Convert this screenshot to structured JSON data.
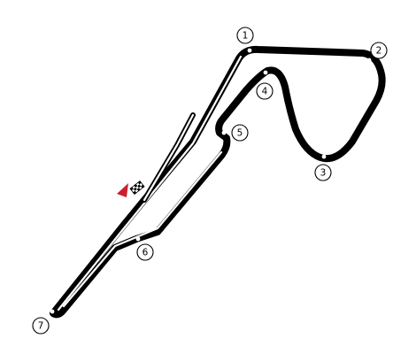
{
  "circuit": {
    "flag_color": "#cc1f2d",
    "track_color": "#000000",
    "turns": [
      {
        "number": "1"
      },
      {
        "number": "2"
      },
      {
        "number": "3"
      },
      {
        "number": "4"
      },
      {
        "number": "5"
      },
      {
        "number": "6"
      },
      {
        "number": "7"
      }
    ]
  }
}
